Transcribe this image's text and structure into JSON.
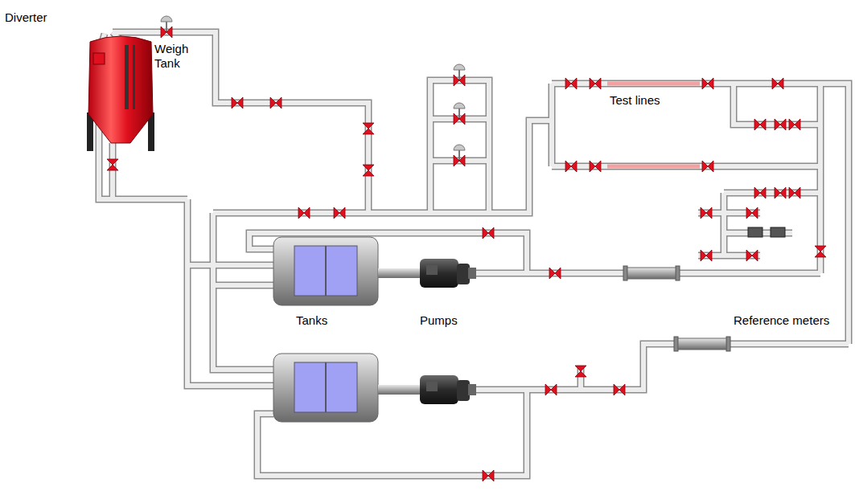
{
  "diagram": {
    "labels": [
      "Diverter",
      "Weigh Tank",
      "Test lines",
      "Tanks",
      "Pumps",
      "Reference meters"
    ]
  }
}
